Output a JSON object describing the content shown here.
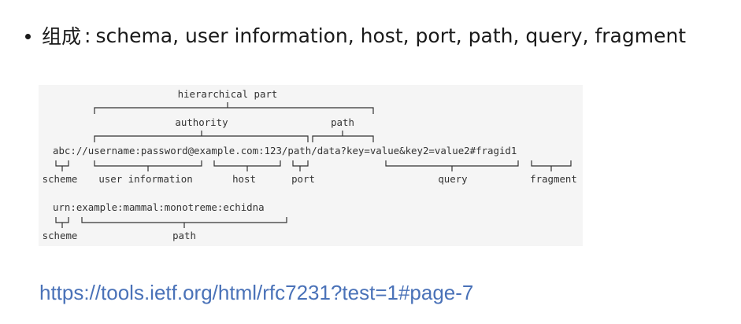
{
  "heading": {
    "label": "组成",
    "separator": ":",
    "text": "schema, user information, host, port, path, query, fragment"
  },
  "diagram": {
    "uri_1": "abc://username:password@example.com:123/path/data?key=value&key2=value2#fragid1",
    "uri_2": "urn:example:mammal:monotreme:echidna",
    "labels": {
      "hierarchical_part": "hierarchical part",
      "authority": "authority",
      "path_top": "path",
      "scheme_1": "scheme",
      "user_information": "user information",
      "host": "host",
      "port": "port",
      "query": "query",
      "fragment": "fragment",
      "scheme_2": "scheme",
      "path_2": "path"
    }
  },
  "link": {
    "url": "https://tools.ietf.org/html/rfc7231?test=1#page-7"
  },
  "colors": {
    "link": "#4a72b8",
    "diagram_background": "#f5f5f5",
    "text": "#1a1a1a"
  }
}
